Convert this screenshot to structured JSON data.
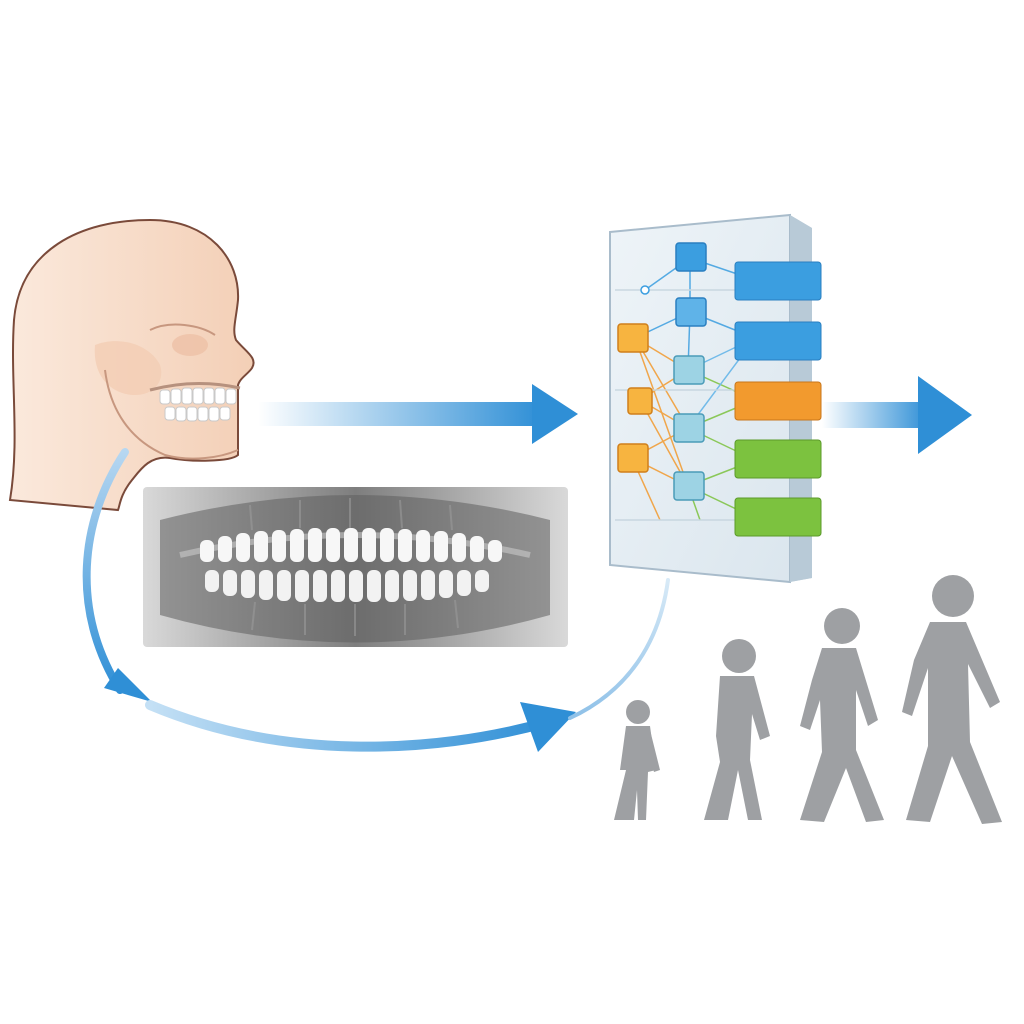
{
  "diagram": {
    "nodes": [
      {
        "id": "head",
        "icon": "skull-head-profile-icon"
      },
      {
        "id": "xray",
        "icon": "panoramic-dental-xray-icon"
      },
      {
        "id": "network",
        "icon": "neural-network-panel-icon",
        "output_colors": [
          "#3b9ee0",
          "#3b9ee0",
          "#f29a2e",
          "#7cc23f",
          "#7cc23f"
        ]
      },
      {
        "id": "ages",
        "icon": "human-growth-silhouettes-icon",
        "figure_count": 4
      }
    ],
    "edges": [
      {
        "from": "head",
        "to": "network"
      },
      {
        "from": "head",
        "to": "xray"
      },
      {
        "from": "network",
        "to": "ages"
      },
      {
        "from": "network",
        "to": "output"
      }
    ],
    "colors": {
      "arrow": "#2f8fd6",
      "silhouette": "#9ea0a3",
      "skin": "#f6d8c2",
      "outline": "#7a4a3a"
    }
  }
}
